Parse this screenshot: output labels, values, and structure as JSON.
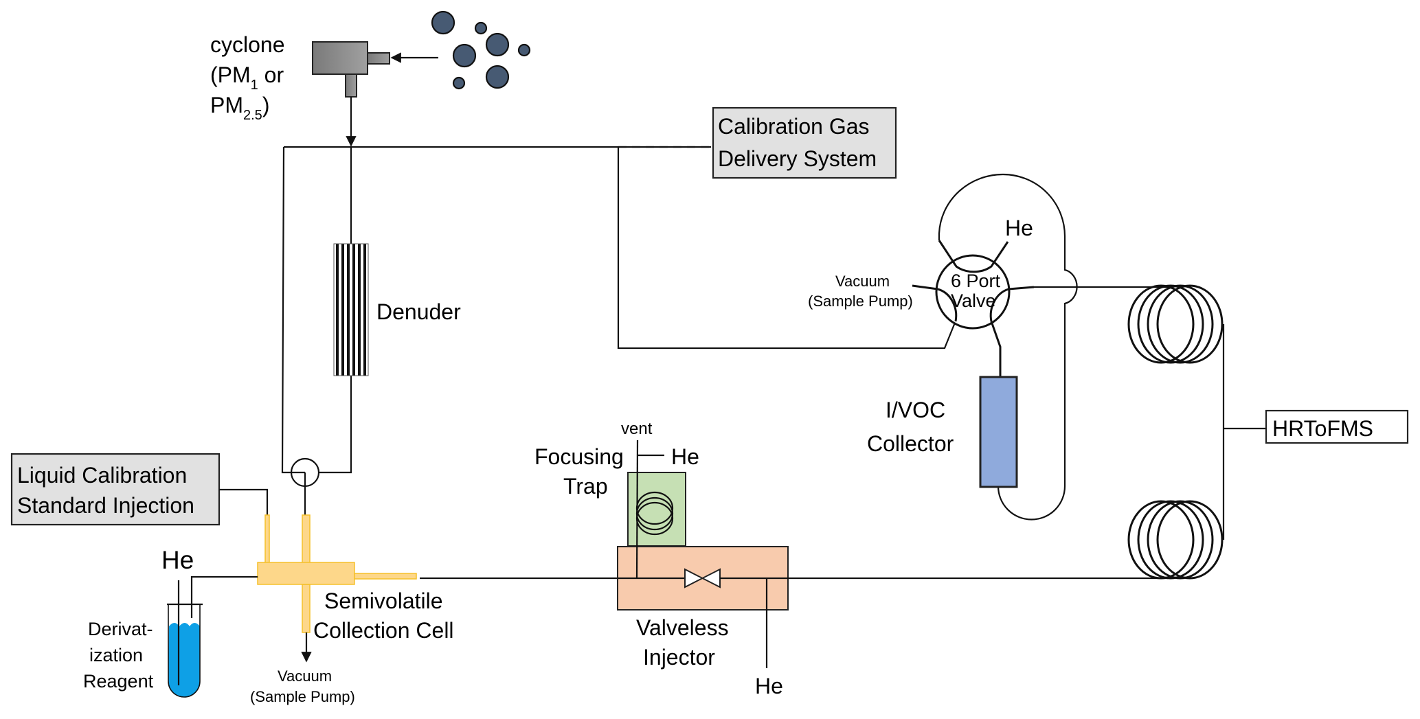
{
  "diagram": {
    "title": "Semivolatile and I/VOC sampling system schematic",
    "colors": {
      "particle": "#475a73",
      "cyclone": "#8a8a8a",
      "collection_cell": "#fdd78a",
      "collection_cell_border": "#f5c02a",
      "focusing_trap": "#c6e0b4",
      "injector": "#f8cbad",
      "ivoc_collector": "#8faadc",
      "reagent_liquid": "#0ea0e6",
      "label_box": "#e1e1e1"
    },
    "labels": {
      "cyclone_line1": "cyclone",
      "cyclone_line2_main": "(PM",
      "cyclone_line2_sub": "1",
      "cyclone_line2_end": " or",
      "cyclone_line3_main": "PM",
      "cyclone_line3_sub": "2.5",
      "cyclone_line3_end": ")",
      "calibration_gas_line1": "Calibration Gas",
      "calibration_gas_line2": "Delivery System",
      "denuder": "Denuder",
      "liquid_cal_line1": "Liquid Calibration",
      "liquid_cal_line2": "Standard Injection",
      "he_reagent": "He",
      "reagent_line1": "Derivat-",
      "reagent_line2": "ization",
      "reagent_line3": "Reagent",
      "cell_line1": "Semivolatile",
      "cell_line2": "Collection Cell",
      "vacuum_cell_line1": "Vacuum",
      "vacuum_cell_line2": "(Sample Pump)",
      "vent": "vent",
      "focusing_trap_line1": "Focusing",
      "focusing_trap_line2": "Trap",
      "he_trap": "He",
      "injector_line1": "Valveless",
      "injector_line2": "Injector",
      "he_injector": "He",
      "valve_line1": "6 Port",
      "valve_line2": "Valve",
      "he_valve": "He",
      "vacuum_valve_line1": "Vacuum",
      "vacuum_valve_line2": "(Sample Pump)",
      "ivoc_line1": "I/VOC",
      "ivoc_line2": "Collector",
      "hrtofms": "HRToFMS"
    }
  }
}
